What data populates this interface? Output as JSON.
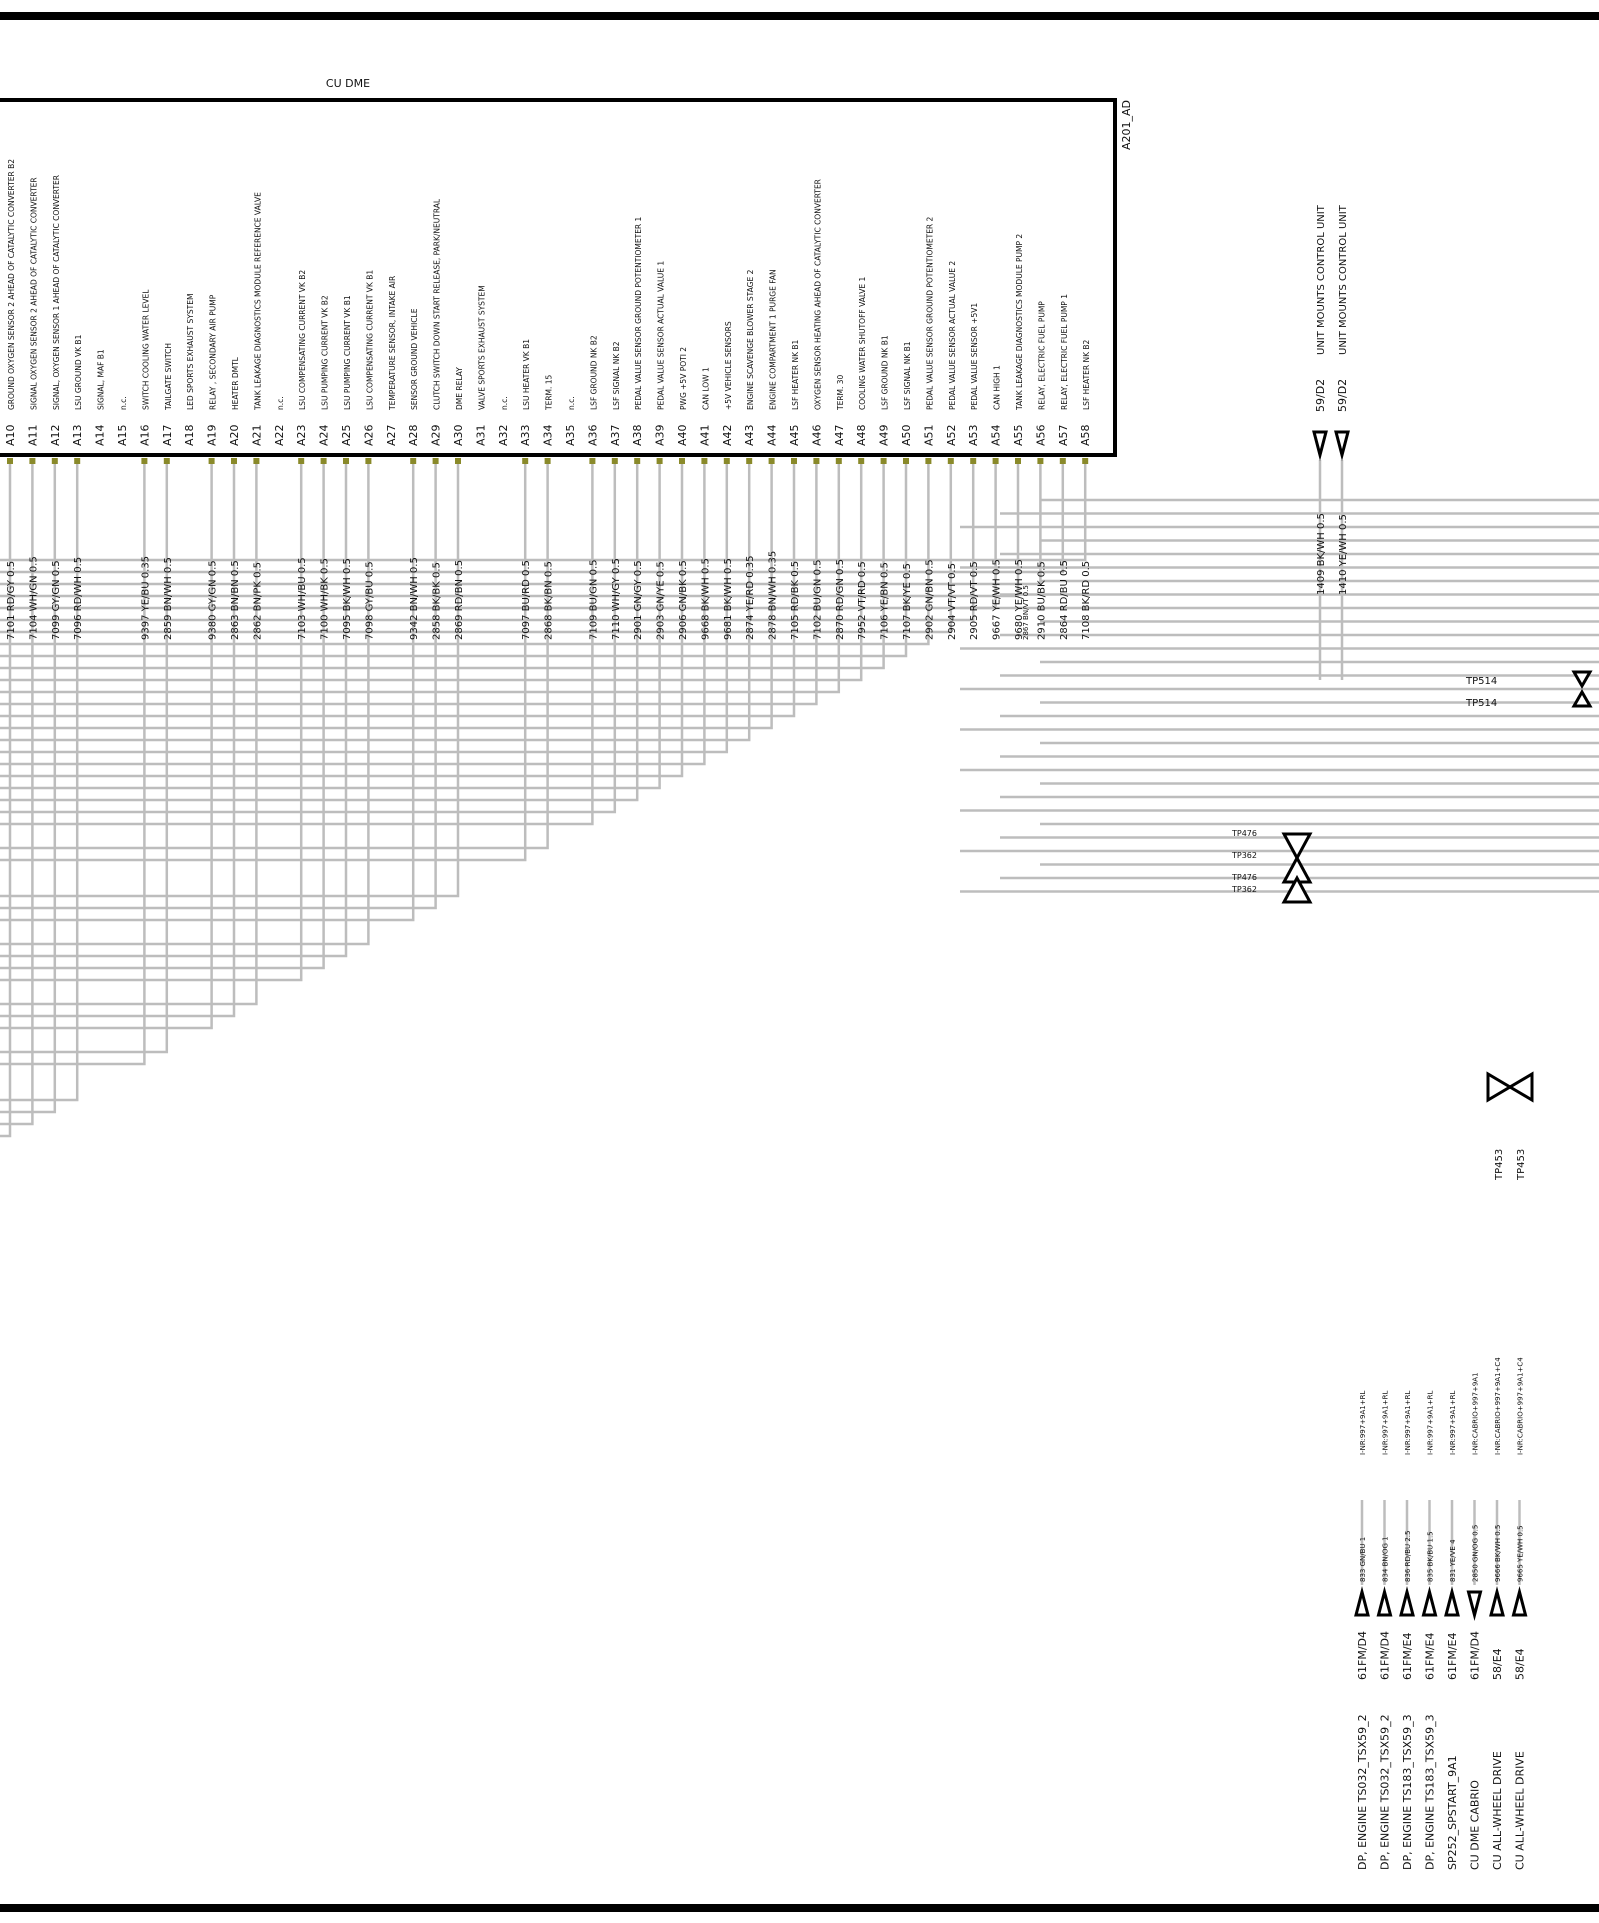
{
  "unit": {
    "title": "CU DME",
    "ref": "A201_AD"
  },
  "pins": [
    {
      "id": "A10",
      "desc": "GROUND OXYGEN SENSOR 2  AHEAD OF  CATALYTIC CONVERTER  B2",
      "wire": "7101 RD/GY 0.5"
    },
    {
      "id": "A11",
      "desc": "SIGNAL OXYGEN SENSOR 2 AHEAD OF CATALYTIC CONVERTER",
      "wire": "7104 WH/GN 0.5"
    },
    {
      "id": "A12",
      "desc": "SIGNAL, OXYGEN SENSOR 1 AHEAD OF CATALYTIC CONVERTER",
      "wire": "7099 GY/GN 0.5"
    },
    {
      "id": "A13",
      "desc": "LSU GROUND VK B1",
      "wire": "7096 RD/WH 0.5"
    },
    {
      "id": "A14",
      "desc": "SIGNAL, MAF    B1",
      "wire": ""
    },
    {
      "id": "A15",
      "desc": "n.c.",
      "wire": ""
    },
    {
      "id": "A16",
      "desc": "SWITCH   COOLING WATER LEVEL",
      "wire": "9397 YE/BU 0.35"
    },
    {
      "id": "A17",
      "desc": "TAILGATE SWITCH",
      "wire": "2859 BN/WH 0.5"
    },
    {
      "id": "A18",
      "desc": "LED     SPORTS EXHAUST SYSTEM",
      "wire": ""
    },
    {
      "id": "A19",
      "desc": "RELAY , SECONDARY AIR PUMP",
      "wire": "9380 GY/GN 0.5"
    },
    {
      "id": "A20",
      "desc": "HEATER DMTL",
      "wire": "2863 BN/BN 0.5"
    },
    {
      "id": "A21",
      "desc": "TANK LEAKAGE DIAGNOSTICS MODULE   REFERENCE    VALVE",
      "wire": "2862 BN/PK 0.5"
    },
    {
      "id": "A22",
      "desc": "n.c.",
      "wire": ""
    },
    {
      "id": "A23",
      "desc": "LSU COMPENSATING CURRENT VK B2",
      "wire": "7103 WH/BU 0.5"
    },
    {
      "id": "A24",
      "desc": "LSU PUMPING CURRENT VK B2",
      "wire": "7100 WH/BK 0.5"
    },
    {
      "id": "A25",
      "desc": "LSU PUMPING CURRENT VK B1",
      "wire": "7095 BK/WH 0.5"
    },
    {
      "id": "A26",
      "desc": "LSU COMPENSATING CURRENT VK B1",
      "wire": "7098 GY/BU 0.5"
    },
    {
      "id": "A27",
      "desc": "TEMPERATURE    SENSOR,    INTAKE AIR",
      "wire": ""
    },
    {
      "id": "A28",
      "desc": "SENSOR GROUND     VEHICLE",
      "wire": "9342 BN/WH 0.5"
    },
    {
      "id": "A29",
      "desc": "CLUTCH SWITCH      DOWN      START RELEASE, PARK/NEUTRAL",
      "wire": "2858 BK/BK 0.5"
    },
    {
      "id": "A30",
      "desc": "DME RELAY",
      "wire": "2869 RD/BN 0.5"
    },
    {
      "id": "A31",
      "desc": "VALVE     SPORTS EXHAUST SYSTEM",
      "wire": ""
    },
    {
      "id": "A32",
      "desc": "n.c.",
      "wire": ""
    },
    {
      "id": "A33",
      "desc": "LSU HEATER VK B1",
      "wire": "7097 BU/RD 0.5"
    },
    {
      "id": "A34",
      "desc": "TERM. 15",
      "wire": "2868 BK/BN 0.5"
    },
    {
      "id": "A35",
      "desc": "n.c.",
      "wire": ""
    },
    {
      "id": "A36",
      "desc": "LSF GROUND NK B2",
      "wire": "7109 BU/GN 0.5"
    },
    {
      "id": "A37",
      "desc": "LSF SIGNAL NK B2",
      "wire": "7110 WH/GY 0.5"
    },
    {
      "id": "A38",
      "desc": "PEDAL VALUE SENSOR    GROUND POTENTIOMETER 1",
      "wire": "2901 GN/GY 0.5"
    },
    {
      "id": "A39",
      "desc": "PEDAL VALUE SENSOR    ACTUAL VALUE 1",
      "wire": "2903 GN/YE 0.5"
    },
    {
      "id": "A40",
      "desc": "PWG +5V POTI 2",
      "wire": "2906 GN/BK 0.5"
    },
    {
      "id": "A41",
      "desc": "CAN LOW       1",
      "wire": "9668 BK/WH 0.5"
    },
    {
      "id": "A42",
      "desc": "+5V VEHICLE SENSORS",
      "wire": "9681 BK/WH 0.5"
    },
    {
      "id": "A43",
      "desc": "ENGINE SCAVENGE BLOWER    STAGE 2",
      "wire": "2874 YE/RD 0.35"
    },
    {
      "id": "A44",
      "desc": "ENGINE   COMPARTMENT    1   PURGE FAN",
      "wire": "2878 BN/WH 0.35"
    },
    {
      "id": "A45",
      "desc": "LSF HEATER NK B1",
      "wire": "7105 RD/BK 0.5"
    },
    {
      "id": "A46",
      "desc": "OXYGEN   SENSOR   HEATING   AHEAD OF CATALYTIC CONVERTER",
      "wire": "7102 BU/GN 0.5"
    },
    {
      "id": "A47",
      "desc": "TERM. 30",
      "wire": "2870 RD/GN 0.5"
    },
    {
      "id": "A48",
      "desc": "COOLING   WATER SHUTOFF VALVE       1",
      "wire": "7952 VT/RD 0.5"
    },
    {
      "id": "A49",
      "desc": "LSF GROUND NK B1",
      "wire": "7106 YE/BN 0.5"
    },
    {
      "id": "A50",
      "desc": "LSF SIGNAL NK B1",
      "wire": "7107 BK/YE 0.5"
    },
    {
      "id": "A51",
      "desc": "PEDAL VALUE SENSOR    GROUND POTENTIOMETER 2",
      "wire": "2902 GN/BN 0.5"
    },
    {
      "id": "A52",
      "desc": "PEDAL VALUE SENSOR    ACTUAL VALUE 2",
      "wire": "2904 VT/VT 0.5"
    },
    {
      "id": "A53",
      "desc": "PEDAL VALUE    SENSOR +5V1",
      "wire": "2905 RD/VT 0.5"
    },
    {
      "id": "A54",
      "desc": "CAN HIGH      1",
      "wire": "9667 YE/WH 0.5"
    },
    {
      "id": "A55",
      "desc": "TANK LEAKAGE DIAGNOSTICS MODULE    PUMP  2",
      "wire": "9680 YE/WH 0.5"
    },
    {
      "id": "A56",
      "desc": "RELAY, ELECTRIC FUEL PUMP",
      "wire": "2910 BU/BK 0.5"
    },
    {
      "id": "A57",
      "desc": "RELAY, ELECTRIC FUEL PUMP 1",
      "wire": "2864 RD/BU 0.5"
    },
    {
      "id": "A58",
      "desc": "LSF HEATER NK B2",
      "wire": "7108 BK/RD 0.5"
    }
  ],
  "extra_wire": "2867 BN/VT 0.5",
  "unit_mounts": [
    {
      "pin": "59/D2",
      "label": "UNIT MOUNTS CONTROL UNIT",
      "wire": "1409 BK/WH 0.5"
    },
    {
      "pin": "59/D2",
      "label": "UNIT MOUNTS CONTROL UNIT",
      "wire": "1410 YE/WH 0.5"
    }
  ],
  "test_points": {
    "tp514": [
      "TP514",
      "TP514"
    ],
    "tp476": [
      "TP476",
      "TP362",
      "TP476",
      "TP362"
    ],
    "tp453": [
      "TP453",
      "TP453"
    ]
  },
  "bottom_connectors": [
    {
      "dest": "DP, ENGINE   TS032_TSX59_2",
      "pin": "61FM/D4",
      "wire": "833 GN/BU 1",
      "note": "I-NR:997+9A1+RL"
    },
    {
      "dest": "DP, ENGINE   TS032_TSX59_2",
      "pin": "61FM/D4",
      "wire": "834 BN/OG 1",
      "note": "I-NR:997+9A1+RL"
    },
    {
      "dest": "DP, ENGINE   TS183_TSX59_3",
      "pin": "61FM/E4",
      "wire": "836 RD/BU 2.5",
      "note": "I-NR:997+9A1+RL"
    },
    {
      "dest": "DP, ENGINE   TS183_TSX59_3",
      "pin": "61FM/E4",
      "wire": "835 BK/BU 1.5",
      "note": "I-NR:997+9A1+RL"
    },
    {
      "dest": "SP252_SPSTART_9A1",
      "pin": "61FM/E4",
      "wire": "831 YE/VE 4",
      "note": "I-NR:997+9A1+RL"
    },
    {
      "dest": "CU DME   CABRIO",
      "pin": "61FM/D4",
      "wire": "2850 GN/OG 0.5",
      "note": "I-NR:CABRIO+997+9A1"
    },
    {
      "dest": "CU ALL-WHEEL DRIVE",
      "pin": "58/E4",
      "wire": "9666 BK/WH 0.5",
      "note": "I-NR:CABRIO+997+9A1+C4"
    },
    {
      "dest": "CU ALL-WHEEL DRIVE",
      "pin": "58/E4",
      "wire": "9665 YE/WH 0.5",
      "note": "I-NR:CABRIO+997+9A1+C4"
    }
  ],
  "colors": {
    "wire": "#bdbdbd",
    "pin": "#8a8a2a",
    "line": "#000000"
  }
}
